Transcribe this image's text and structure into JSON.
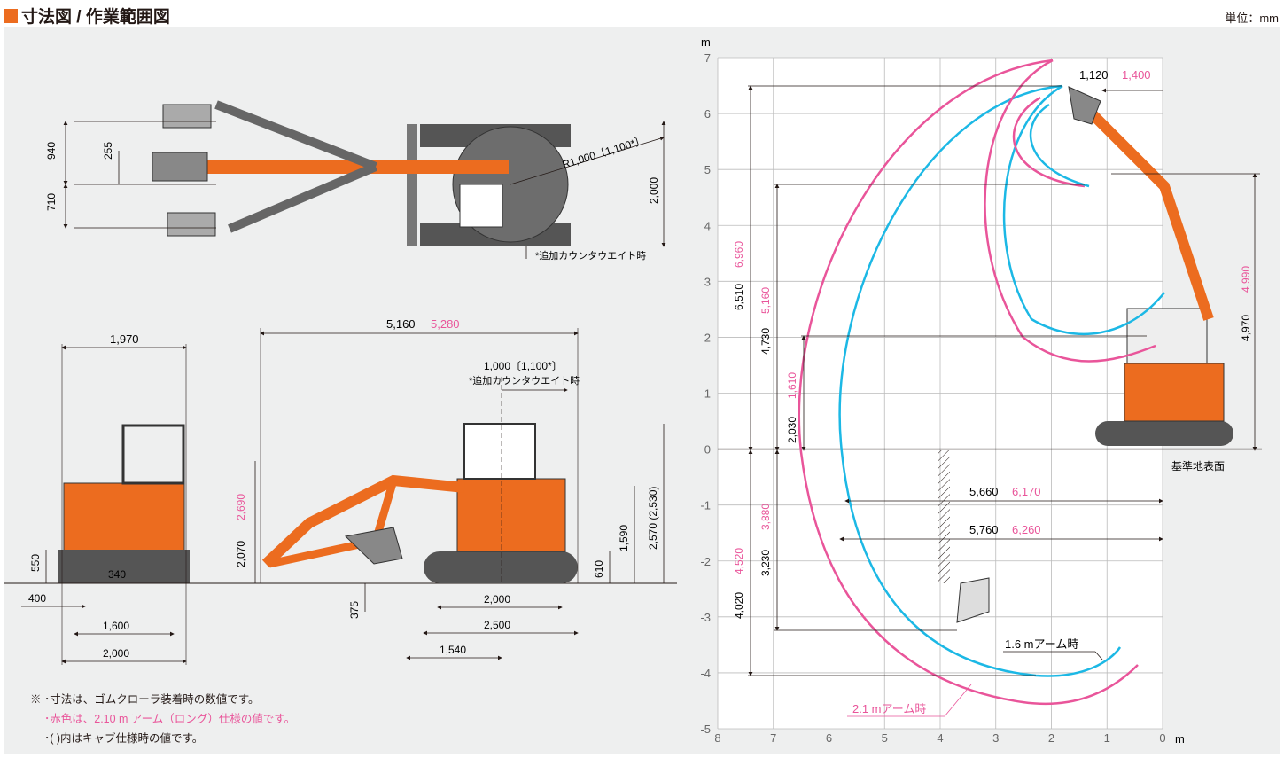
{
  "header": {
    "title": "寸法図 / 作業範囲図",
    "unit": "単位：mm"
  },
  "colors": {
    "pink": "#e9559a",
    "cyan": "#1cb8e5",
    "orange": "#ec6c1f",
    "panel": "#eeefef"
  },
  "top_view": {
    "dims": {
      "d940": "940",
      "d710": "710",
      "d255": "255",
      "d2000": "2,000",
      "radius": "R1,000〔1,100*〕",
      "note": "*追加カウンタウエイト時"
    }
  },
  "front_view": {
    "dims": {
      "w1970": "1,970",
      "h550": "550",
      "d340": "340",
      "d400": "400",
      "w1600": "1,600",
      "w2000": "2,000"
    }
  },
  "side_view": {
    "dims": {
      "len": "5,160",
      "len_long": "5,280",
      "swing": "1,000〔1,100*〕",
      "swing_note": "*追加カウンタウエイト時",
      "h2070": "2,070",
      "h2690": "2,690",
      "h1590": "1,590",
      "h2570": "2,570 (2,530)",
      "h610": "610",
      "d375": "375",
      "w2000": "2,000",
      "w2500": "2,500",
      "w1540": "1,540"
    }
  },
  "notes": {
    "line1": "※ ･寸法は、ゴムクローラ装着時の数値です。",
    "line2": "･赤色は、2.10 m アーム（ロング）仕様の値です。",
    "line3": "･(  )内はキャブ仕様時の値です。"
  },
  "range_chart": {
    "axis_unit": "m",
    "x_ticks": [
      "8",
      "7",
      "6",
      "5",
      "4",
      "3",
      "2",
      "1",
      "0"
    ],
    "y_ticks": [
      "7",
      "6",
      "5",
      "4",
      "3",
      "2",
      "1",
      "0",
      "-1",
      "-2",
      "-3",
      "-4",
      "-5"
    ],
    "ground_label": "基準地表面",
    "dims": {
      "h6510": "6,510",
      "h6960": "6,960",
      "h4730": "4,730",
      "h5160": "5,160",
      "h2030": "2,030",
      "h1610": "1,610",
      "h4020": "4,020",
      "h4520": "4,520",
      "h3230": "3,230",
      "h3880": "3,880",
      "h4970": "4,970",
      "h4990": "4,990",
      "r5660": "5,660",
      "r6170": "6,170",
      "r5760": "5,760",
      "r6260": "6,260",
      "t1120": "1,120",
      "t1400": "1,400"
    },
    "arm_short": "1.6 mアーム時",
    "arm_long": "2.1 mアーム時"
  }
}
